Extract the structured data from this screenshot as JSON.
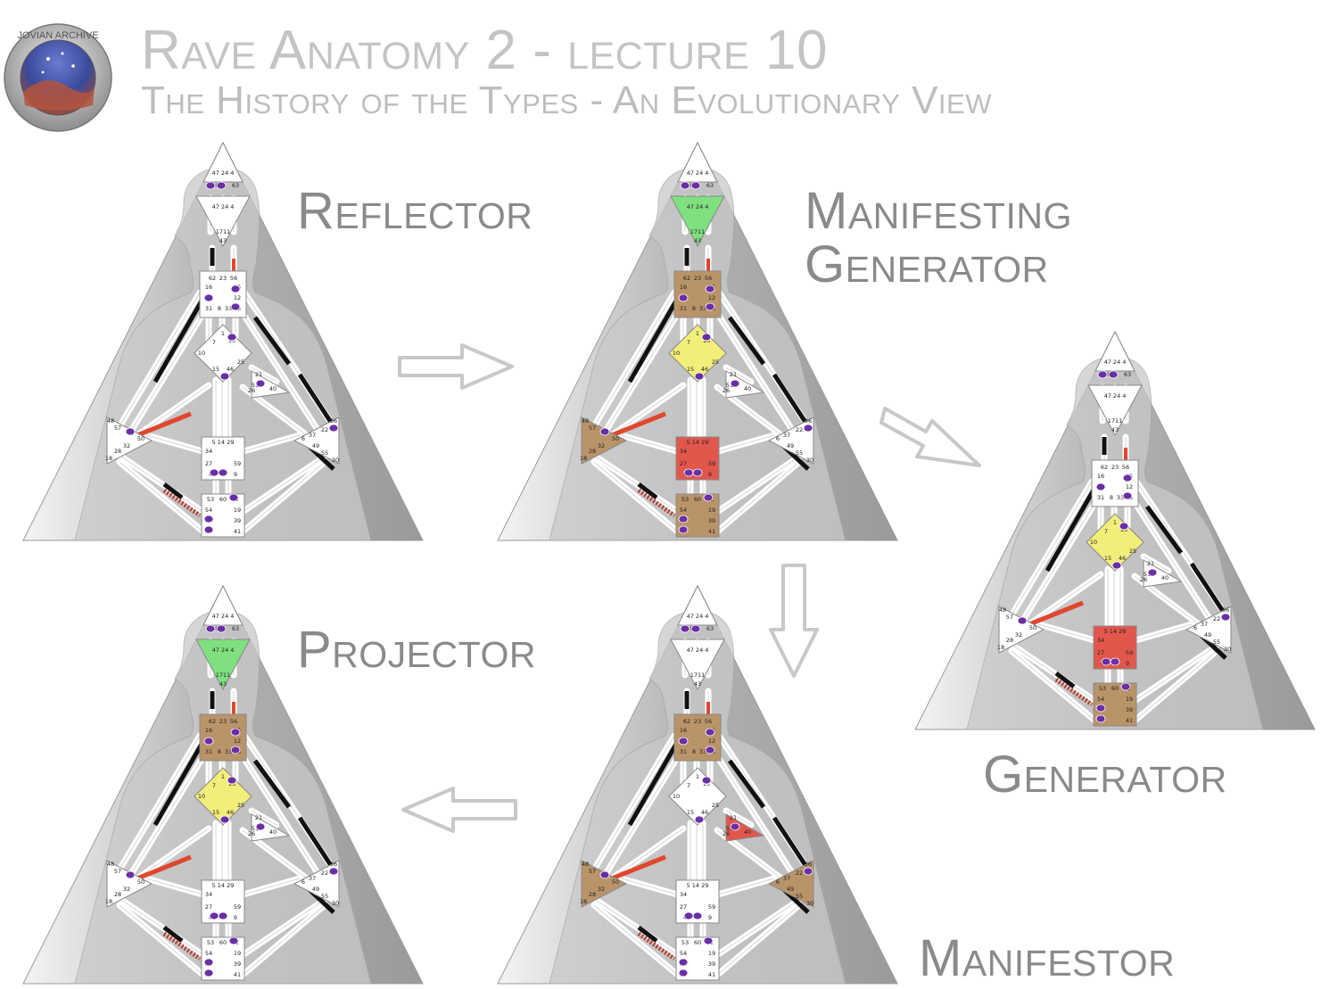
{
  "header": {
    "title": "Rave Anatomy 2 - lecture 10",
    "subtitle": "The History of the Types - An Evolutionary View"
  },
  "logo": {
    "icon": "jovian-archive-logo",
    "text": "JOVIAN ARCHIVE"
  },
  "charts": [
    {
      "type": "Reflector",
      "label": "Reflector",
      "defined": []
    },
    {
      "type": "Manifesting Generator",
      "label_line1": "Manifesting",
      "label_line2": "Generator",
      "defined": [
        "throat",
        "g",
        "sacral",
        "root",
        "spleen",
        "ajna"
      ]
    },
    {
      "type": "Generator",
      "label": "Generator",
      "defined": [
        "g",
        "sacral",
        "root"
      ]
    },
    {
      "type": "Projector",
      "label": "Projector",
      "defined": [
        "ajna",
        "throat",
        "g"
      ]
    },
    {
      "type": "Manifestor",
      "label": "Manifestor",
      "defined": [
        "throat",
        "heart",
        "spleen",
        "solar"
      ]
    }
  ],
  "gates": {
    "head": [
      "64",
      "61",
      "63"
    ],
    "ajna_top": [
      "47",
      "24",
      "4"
    ],
    "ajna_bottom": [
      "17",
      "11",
      "43"
    ],
    "throat": [
      "62",
      "23",
      "56",
      "16",
      "35",
      "20",
      "12",
      "31",
      "8",
      "33",
      "45"
    ],
    "g": [
      "1",
      "13",
      "7",
      "10",
      "25",
      "15",
      "46",
      "2"
    ],
    "heart": [
      "21",
      "51",
      "26",
      "40"
    ],
    "spleen": [
      "48",
      "57",
      "44",
      "50",
      "32",
      "28",
      "18"
    ],
    "solar": [
      "36",
      "22",
      "37",
      "6",
      "49",
      "55",
      "30"
    ],
    "sacral": [
      "5",
      "14",
      "29",
      "34",
      "27",
      "59",
      "42",
      "3",
      "9"
    ],
    "root": [
      "53",
      "60",
      "52",
      "54",
      "19",
      "38",
      "39",
      "58",
      "41"
    ]
  },
  "colors": {
    "undefined": "#ffffff",
    "head_defined": "#f2ee7a",
    "g_defined": "#f2ee7a",
    "ajna_defined": "#7fe07f",
    "motor_tan": "#b99468",
    "sacral_red": "#e2574c",
    "channel_black": "#111111",
    "channel_red": "#e0472e",
    "gate_purple": "#6a2ea6"
  },
  "arrows": [
    "arrow-right-icon",
    "arrow-down-right-icon",
    "arrow-down-icon",
    "arrow-left-icon"
  ]
}
